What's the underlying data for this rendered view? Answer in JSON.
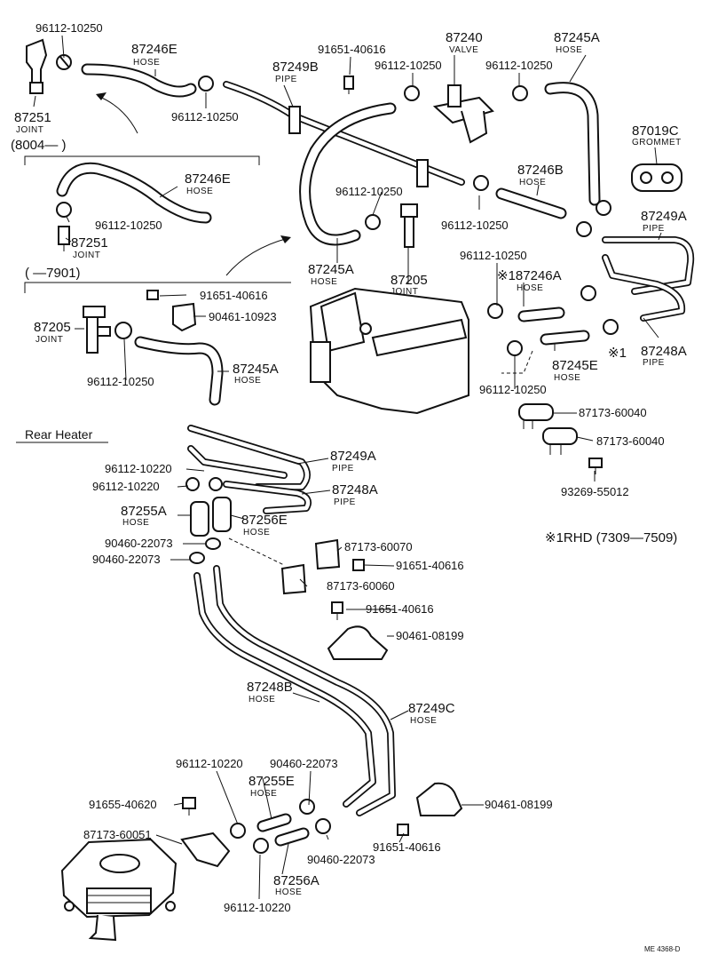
{
  "labels": {
    "p96112_tl": "96112-10250",
    "p87246e_top": "87246E",
    "hose_87246e_top": "HOSE",
    "p91651_top": "91651-40616",
    "p87240": "87240",
    "valve_87240": "VALVE",
    "p87245a_tr": "87245A",
    "hose_87245a_tr": "HOSE",
    "p87249b": "87249B",
    "pipe_87249b": "PIPE",
    "p96112_t2": "96112-10250",
    "p96112_t3": "96112-10250",
    "p96112_t4": "96112-10250",
    "p87251_top": "87251",
    "joint_87251_top": "JOINT",
    "p87019c": "87019C",
    "grommet_87019c": "GROMMET",
    "sec_8004": "(8004—      )",
    "p87246e_mid": "87246E",
    "hose_87246e_mid": "HOSE",
    "p87246b": "87246B",
    "hose_87246b": "HOSE",
    "p96112_m1": "96112-10250",
    "p96112_m2": "96112-10250",
    "p96112_m3": "96112-10250",
    "p87251_mid": "87251",
    "joint_87251_mid": "JOINT",
    "p87249a_r": "87249A",
    "pipe_87249a_r": "PIPE",
    "sec_7901": "(      —7901)",
    "p87245a_mid": "87245A",
    "hose_87245a_mid": "HOSE",
    "p87205_mid": "87205",
    "joint_87205_mid": "JOINT",
    "p96112_r1": "96112-10250",
    "p187246a": "※187246A",
    "hose_187246a": "HOSE",
    "p91651_left": "91651-40616",
    "p90461_10923": "90461-10923",
    "p87205_left": "87205",
    "joint_87205_left": "JOINT",
    "p87245e": "87245E",
    "ref_1": "※1",
    "hose_87245e": "HOSE",
    "p87248a_r": "87248A",
    "pipe_87248a_r": "PIPE",
    "p96112_l1": "96112-10250",
    "p87245a_low": "87245A",
    "hose_87245a_low": "HOSE",
    "p96112_r2": "96112-10250",
    "p87173_60040a": "87173-60040",
    "p87173_60040b": "87173-60040",
    "sec_rear": "Rear  Heater",
    "p87249a_rear": "87249A",
    "pipe_87249a_rear": "PIPE",
    "p96112_10220a": "96112-10220",
    "p96112_10220b": "96112-10220",
    "p87248a_rear": "87248A",
    "pipe_87248a_rear": "PIPE",
    "p93269": "93269-55012",
    "p87255a": "87255A",
    "hose_87255a": "HOSE",
    "p87256e": "87256E",
    "hose_87256e": "HOSE",
    "note_rhd": "※1RHD  (7309—7509)",
    "p90460_a": "90460-22073",
    "p90460_b": "90460-22073",
    "p87173_60070": "87173-60070",
    "p91651_r1": "91651-40616",
    "p87173_60060": "87173-60060",
    "p91651_r2": "91651-40616",
    "p90461_08199a": "90461-08199",
    "p87248b": "87248B",
    "hose_87248b": "HOSE",
    "p87249c": "87249C",
    "hose_87249c": "HOSE",
    "p96112_10220c": "96112-10220",
    "p90460_c": "90460-22073",
    "p87255e": "87255E",
    "hose_87255e": "HOSE",
    "p91655": "91655-40620",
    "p90461_08199b": "90461-08199",
    "p87173_60051": "87173-60051",
    "p91651_b": "91651-40616",
    "p90460_d": "90460-22073",
    "p87256a": "87256A",
    "hose_87256a": "HOSE",
    "p96112_10220d": "96112-10220",
    "footer": "ME  4368-D"
  }
}
